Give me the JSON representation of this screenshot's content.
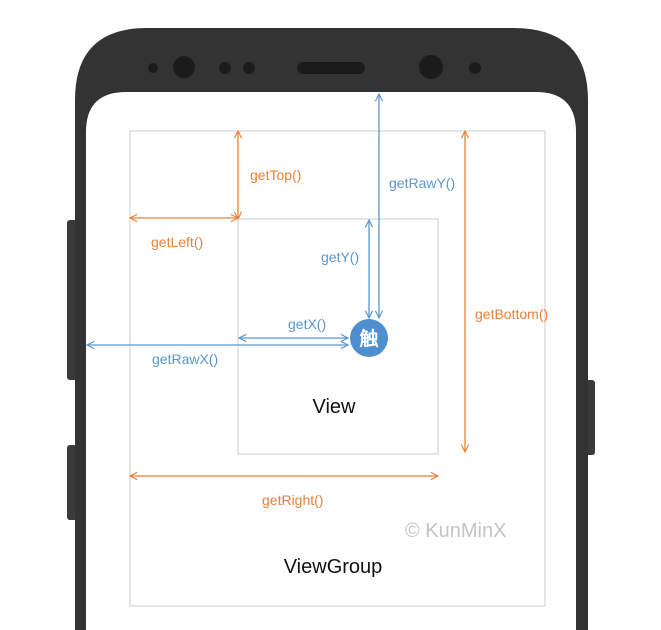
{
  "colors": {
    "orange": "#e8813a",
    "blue": "#5a97cf",
    "phone_body": "#333333",
    "box_border": "#cccccc",
    "touch_circle": "#4f8fcf"
  },
  "labels": {
    "get_top": "getTop()",
    "get_left": "getLeft()",
    "get_right": "getRight()",
    "get_bottom": "getBottom()",
    "get_x": "getX()",
    "get_y": "getY()",
    "get_raw_x": "getRawX()",
    "get_raw_y": "getRawY()",
    "view": "View",
    "view_group": "ViewGroup",
    "touch_point": "触",
    "watermark": "© KunMinX"
  }
}
